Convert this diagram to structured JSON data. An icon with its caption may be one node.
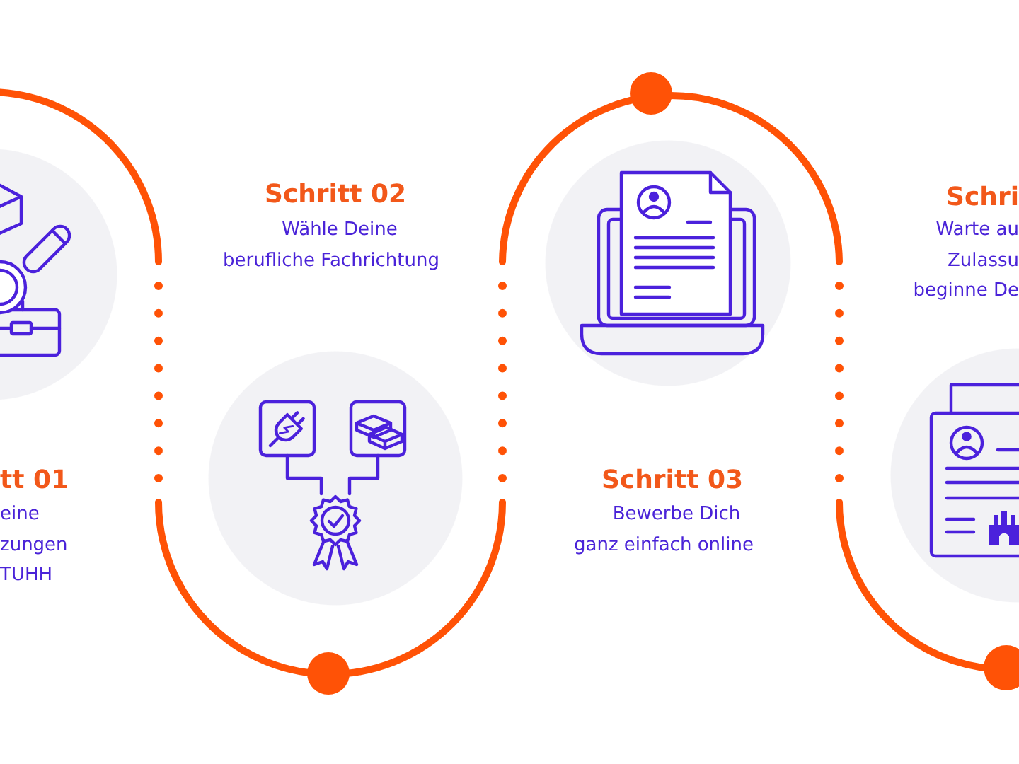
{
  "diagram": {
    "nodes": [
      {
        "text": [],
        "shape": "circle",
        "beside": [
          "tt 01",
          "eine zungen TUHH"
        ]
      },
      {
        "text": [],
        "shape": "circle",
        "beside": [
          "Schritt 02",
          "Wähle Deine berufliche Fachrichtung"
        ]
      },
      {
        "text": [],
        "shape": "circle",
        "beside": [
          "Schritt 03",
          "Bewerbe Dich ganz einfach online"
        ]
      },
      {
        "text": [],
        "shape": "circle",
        "beside": [
          "Schri",
          "Warte au Zulassu beginne De"
        ]
      }
    ]
  }
}
